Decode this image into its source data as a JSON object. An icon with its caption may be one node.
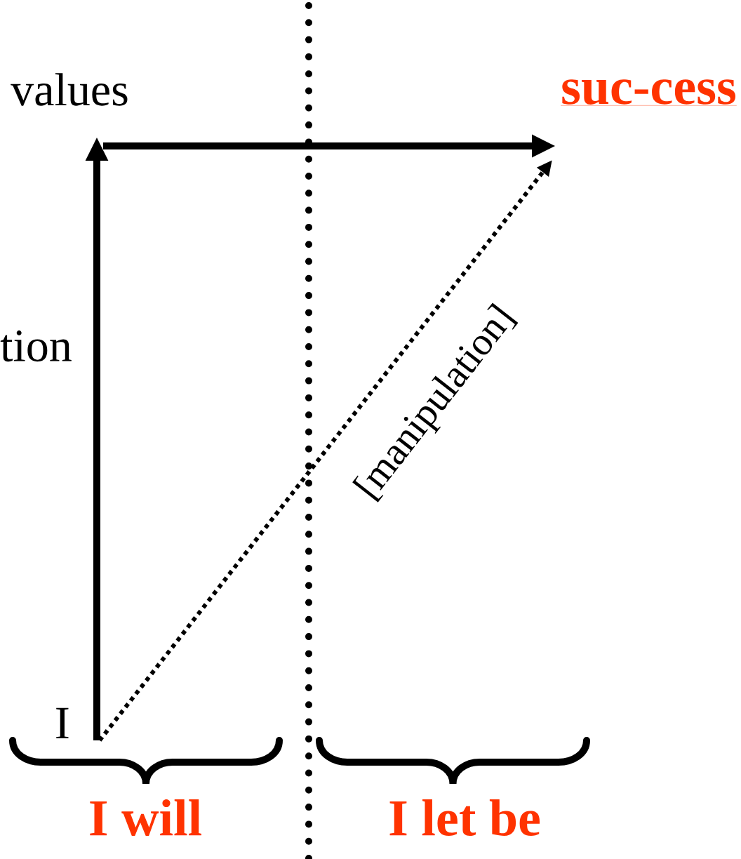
{
  "diagram": {
    "nodes": [
      {
        "text": [
          "I"
        ]
      },
      {
        "text": [
          "values"
        ]
      },
      {
        "text": [
          "suc-cess"
        ]
      }
    ],
    "edges": [
      {
        "from": 0,
        "to": 1,
        "arrow": "to",
        "label": "tion"
      },
      {
        "from": 1,
        "to": 2,
        "arrow": "to"
      },
      {
        "from": 0,
        "to": 2,
        "arrow": "to",
        "style": "dashed",
        "label": "[manipulation]"
      }
    ],
    "labels": [
      "I will",
      "I let be"
    ]
  }
}
